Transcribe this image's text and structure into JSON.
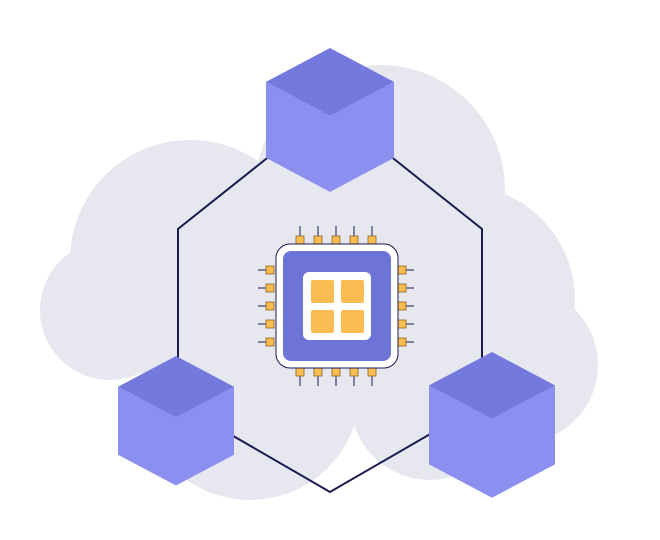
{
  "illustration": {
    "icon": "blockchain-cloud-chip-illustration",
    "colors": {
      "background": "#ffffff",
      "cloud": "#e7e7f0",
      "hexagon_line": "#1b1b52",
      "cube_top": "#7479de",
      "cube_left": "#8a8ff0",
      "cube_right": "#8a8ff0",
      "chip_body": "#6e73d8",
      "chip_outline": "#1b1b52",
      "chip_inner_frame": "#ffffff",
      "chip_core": "#fbbd52",
      "pin": "#fbbd52",
      "pin_outline": "#8a6420"
    },
    "parts": {
      "cloud": "cloud-shape",
      "network": "hexagon-network",
      "nodes": [
        "top-cube-icon",
        "bottom-left-cube-icon",
        "bottom-right-cube-icon"
      ],
      "processor": "cpu-chip-icon"
    }
  }
}
